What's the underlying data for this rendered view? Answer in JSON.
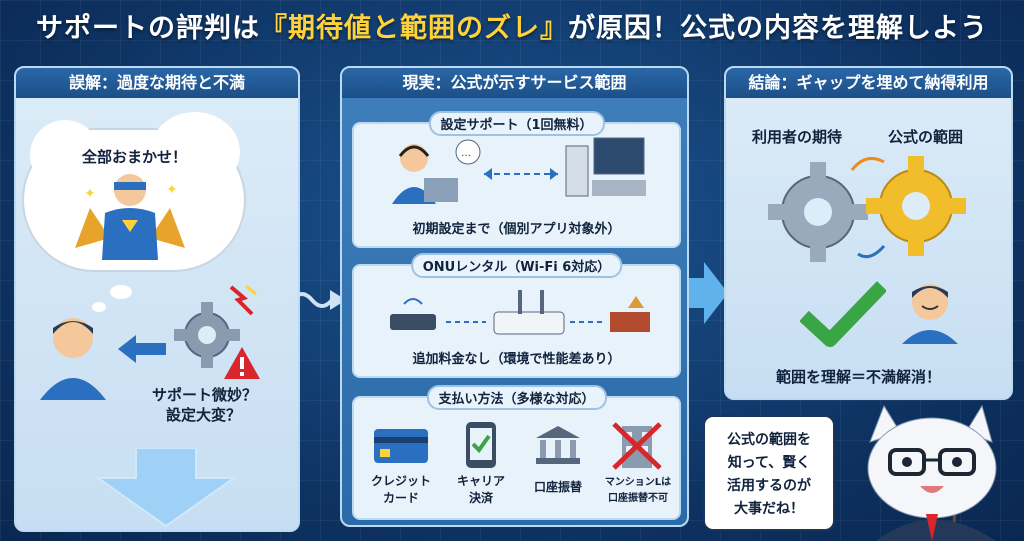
{
  "title": {
    "part1": "サポートの評判は",
    "highlight": "『期待値と範囲のズレ』",
    "part2": "が原因！公式の内容を理解しよう"
  },
  "left_panel": {
    "heading": "誤解：過度な期待と不満",
    "cloud_text": "全部おまかせ！",
    "complaint_line1": "サポート微妙？",
    "complaint_line2": "設定大変？"
  },
  "middle_panel": {
    "heading": "現実：公式が示すサービス範囲",
    "sections": [
      {
        "tag": "設定サポート（1回無料）",
        "caption": "初期設定まで（個別アプリ対象外）"
      },
      {
        "tag": "ONUレンタル（Wi-Fi 6対応）",
        "caption": "追加料金なし（環境で性能差あり）"
      },
      {
        "tag": "支払い方法（多様な対応）"
      }
    ],
    "payments": [
      {
        "line1": "クレジット",
        "line2": "カード"
      },
      {
        "line1": "キャリア",
        "line2": "決済"
      },
      {
        "line1": "口座振替",
        "line2": ""
      },
      {
        "line1": "マンションLは",
        "line2": "口座振替不可"
      }
    ]
  },
  "right_panel": {
    "heading": "結論：ギャップを埋めて納得利用",
    "gear_left_label": "利用者の期待",
    "gear_right_label": "公式の範囲",
    "result": "範囲を理解＝不満解消！"
  },
  "speech": {
    "line1": "公式の範囲を",
    "line2": "知って、賢く",
    "line3": "活用するのが",
    "line4": "大事だね！"
  },
  "colors": {
    "accent": "#ffd23a",
    "panel_head": "#1c4f87",
    "check": "#3aa545",
    "warning": "#d9262c"
  }
}
